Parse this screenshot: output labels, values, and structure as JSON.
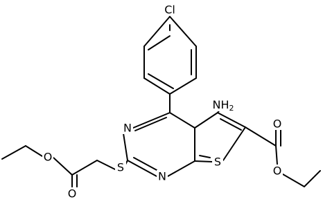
{
  "molecule": {
    "atoms": {
      "cl": "Cl",
      "amino": "NH",
      "amino_sub": "2",
      "n_upper": "N",
      "n_lower": "N",
      "s_ring": "S",
      "s_thioether": "S",
      "o_ester_right_carbonyl": "O",
      "o_ester_right_ether": "O",
      "o_ester_left_carbonyl": "O",
      "o_ester_left_ether": "O"
    },
    "colors": {
      "bond": "#000000",
      "label": "#000000",
      "background": "#ffffff"
    }
  }
}
